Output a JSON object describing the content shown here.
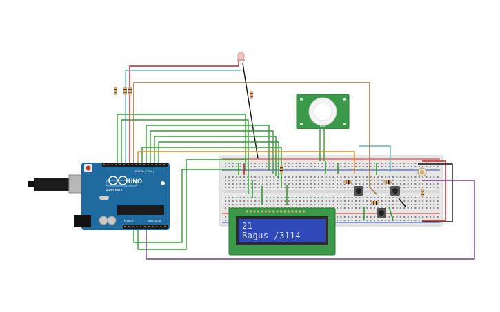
{
  "arduino": {
    "brand": "ARDUINO",
    "model": "UNO",
    "header_digital": "DIGITAL (PWM~)",
    "header_power": "POWER",
    "header_analog": "ANALOG IN"
  },
  "lcd": {
    "line1": "21",
    "line2": "Bagus /3114"
  },
  "pir_label": "PIR",
  "colors": {
    "wire_green": "#2ea12e",
    "wire_red": "#d11a1a",
    "wire_black": "#111111",
    "wire_orange": "#e08a1c",
    "wire_brown": "#9a6a3a",
    "wire_cyan": "#5ab8c4",
    "wire_purple": "#7a3a8a",
    "arduino_blue": "#1f6a9e",
    "lcd_screen": "#2f49b8",
    "lcd_pcb": "#3a9a4a",
    "breadboard": "#e6e6e6"
  }
}
